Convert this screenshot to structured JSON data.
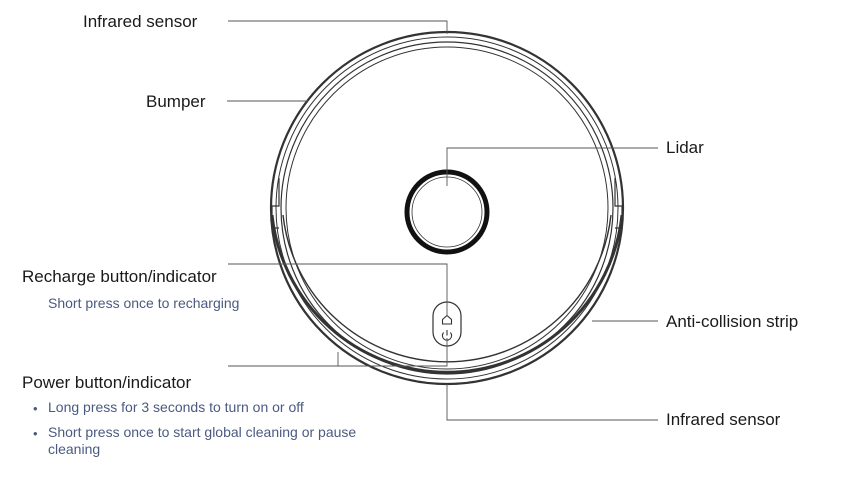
{
  "labels": {
    "infrared_top": "Infrared sensor",
    "bumper": "Bumper",
    "lidar": "Lidar",
    "recharge": "Recharge button/indicator",
    "recharge_desc": "Short press once to recharging",
    "anti_collision": "Anti-collision strip",
    "power": "Power button/indicator",
    "power_desc_1": "Long press for 3 seconds to turn on or off",
    "power_desc_2": "Short press once to start global cleaning or pause cleaning",
    "infrared_bottom": "Infrared sensor"
  },
  "colors": {
    "line": "#1a1a1a",
    "label": "#1a1a1a",
    "description": "#4a5a80"
  },
  "icons": {
    "recharge_button": "home-icon",
    "power_button": "power-icon"
  }
}
